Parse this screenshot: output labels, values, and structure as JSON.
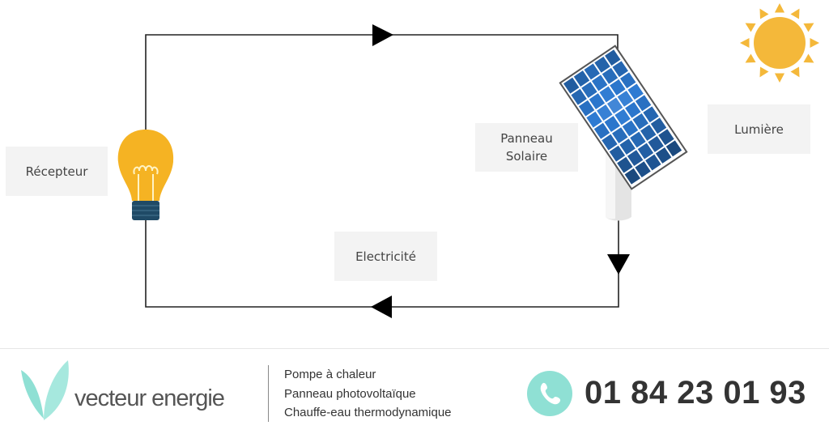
{
  "diagram": {
    "labels": {
      "receiver": "Récepteur",
      "panel_line1": "Panneau",
      "panel_line2": "Solaire",
      "light": "Lumière",
      "electricity": "Electricité"
    },
    "icons": [
      "light-bulb-icon",
      "solar-panel-icon",
      "sun-icon",
      "arrow-right-icon",
      "arrow-down-icon",
      "arrow-left-icon"
    ],
    "colors": {
      "bulb": "#f5b323",
      "bulb_base": "#1f4a66",
      "sun": "#f4b83a",
      "panel": "#2f73c0",
      "wire": "#222222"
    }
  },
  "footer": {
    "brand": "vecteur energie",
    "services": [
      "Pompe à chaleur",
      "Panneau photovoltaïque",
      "Chauffe-eau thermodynamique"
    ],
    "phone": "01 84 23 01 93",
    "colors": {
      "accent": "#8fe0d4",
      "text": "#333333"
    }
  }
}
